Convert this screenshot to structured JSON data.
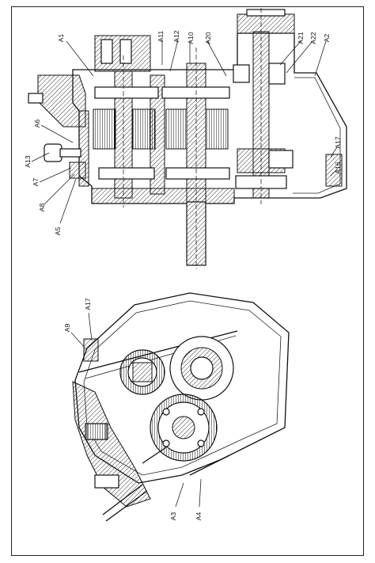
{
  "top_view": {
    "labels": [
      "A1",
      "A11",
      "A12",
      "A10",
      "A20",
      "A21",
      "A22",
      "A2",
      "A6",
      "A13",
      "A7",
      "A8",
      "A5",
      "A17",
      "A16"
    ]
  },
  "bottom_view": {
    "labels": [
      "A9",
      "A17",
      "A3",
      "A4"
    ]
  }
}
